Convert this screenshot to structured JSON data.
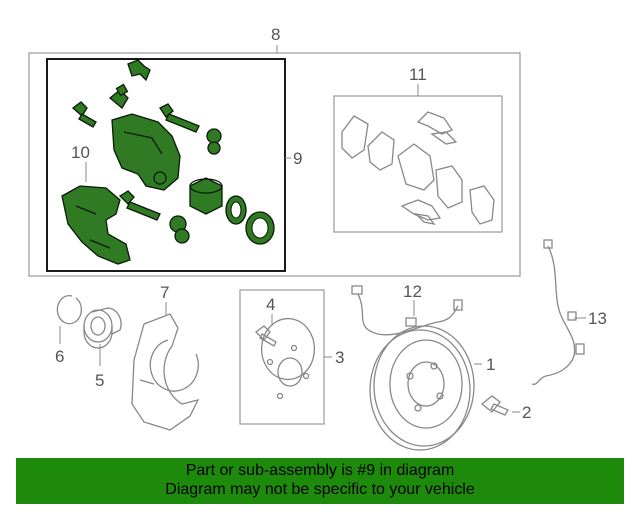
{
  "labels": {
    "l1": "1",
    "l2": "2",
    "l3": "3",
    "l4": "4",
    "l5": "5",
    "l6": "6",
    "l7": "7",
    "l8": "8",
    "l9": "9",
    "l10": "10",
    "l11": "11",
    "l12": "12",
    "l13": "13"
  },
  "banner": {
    "line1": "Part or sub-assembly is #9 in diagram",
    "line2": "Diagram may not be specific to your vehicle"
  },
  "colors": {
    "highlight": "#2f7a22",
    "banner": "#1e8a0c",
    "outline": "#888888"
  }
}
